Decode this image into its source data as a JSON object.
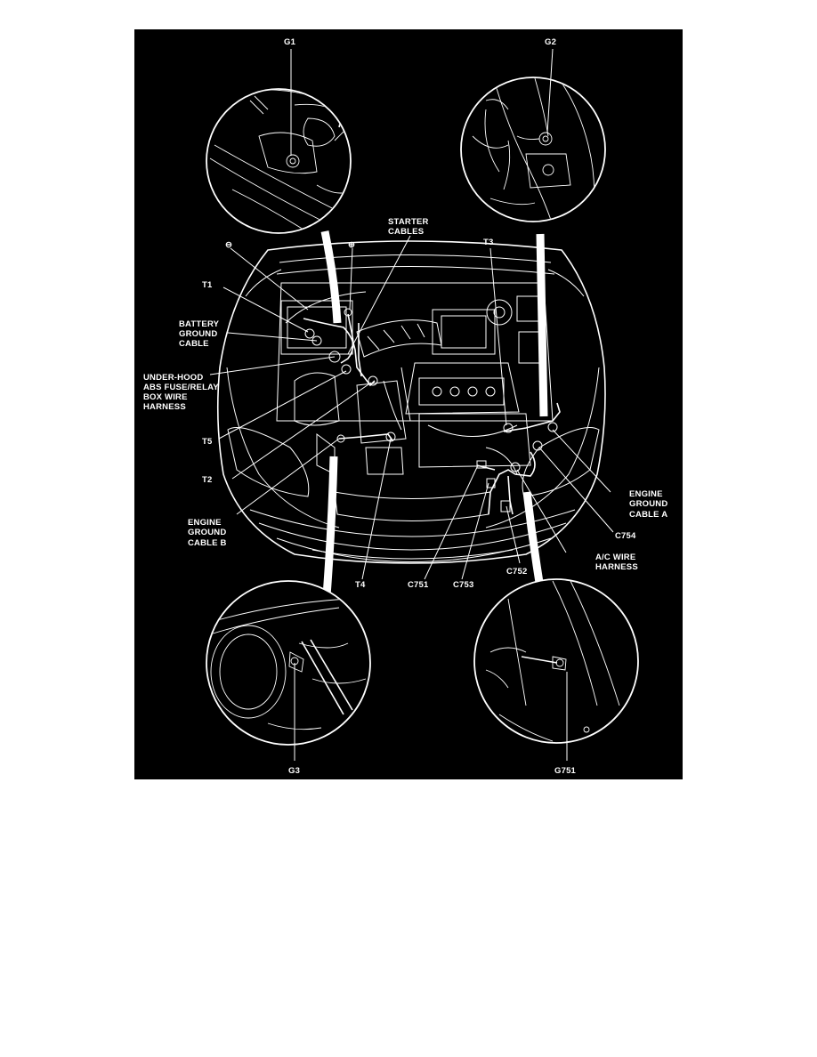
{
  "diagram": {
    "background": "#000000",
    "line_color": "#ffffff",
    "labels": {
      "g1": "G1",
      "g2": "G2",
      "g3": "G3",
      "g751": "G751",
      "minus": "⊖",
      "plus": "⊕",
      "t1": "T1",
      "t2": "T2",
      "t3": "T3",
      "t4": "T4",
      "t5": "T5",
      "starter": [
        "STARTER",
        "CABLES"
      ],
      "battery": [
        "BATTERY",
        "GROUND",
        "CABLE"
      ],
      "underhood": [
        "UNDER-HOOD",
        "ABS FUSE/RELAY",
        "BOX WIRE",
        "HARNESS"
      ],
      "engine_b": [
        "ENGINE",
        "GROUND",
        "CABLE B"
      ],
      "engine_a": [
        "ENGINE",
        "GROUND",
        "CABLE A"
      ],
      "c751": "C751",
      "c752": "C752",
      "c753": "C753",
      "c754": "C754",
      "ac": [
        "A/C WIRE",
        "HARNESS"
      ]
    }
  }
}
